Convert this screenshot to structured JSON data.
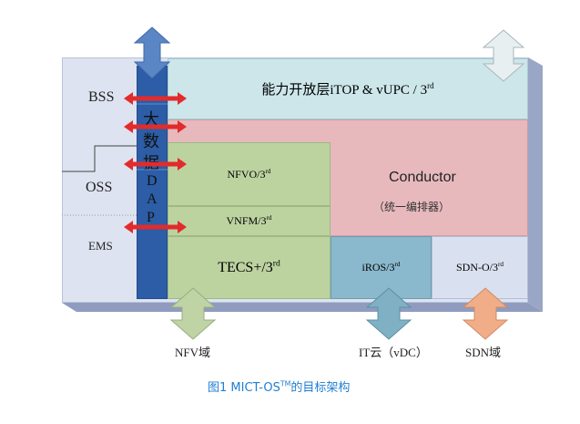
{
  "layers": {
    "bss": "BSS",
    "oss": "OSS",
    "ems": "EMS",
    "dap_chars": [
      "大",
      "数",
      "据",
      "D",
      "A",
      "P"
    ],
    "capability_open": {
      "text": "能力开放层iTOP & vUPC / 3",
      "sup": "rd"
    },
    "nfvo": {
      "text": "NFVO/3",
      "sup": "rd"
    },
    "vnfm": {
      "text": "VNFM/3",
      "sup": "rd"
    },
    "tecs": {
      "text": "TECS+/3",
      "sup": "rd"
    },
    "conductor": "Conductor",
    "conductor_sub": "（统一编排器）",
    "iros": {
      "text": "iROS/3",
      "sup": "rd"
    },
    "sdn_o": {
      "text": "SDN-O/3",
      "sup": "rd"
    }
  },
  "domains": {
    "nfv": "NFV域",
    "it_cloud": "IT云（vDC）",
    "sdn": "SDN域"
  },
  "caption": {
    "prefix": "图1  MICT-OS",
    "tm": "TM",
    "suffix": "的目标架构"
  },
  "colors": {
    "frame": "#dde3f0",
    "frame_shadow": "#9aa6c6",
    "capability": "#cce6ea",
    "conductor": "#e7b9bd",
    "green": "#bcd3a0",
    "iros": "#8ab8cc",
    "sdn_o": "#d9e1f0",
    "dap": "#2c5da6",
    "red_arrow": "#e22b2b",
    "nfv_arrow": "#bfd3a5",
    "it_arrow": "#7fb0c4",
    "sdn_arrow": "#f1ad88",
    "top_arrow": "#5b86c6",
    "top_right_arrow": "#e8eff0",
    "caption": "#1f7fd0"
  }
}
